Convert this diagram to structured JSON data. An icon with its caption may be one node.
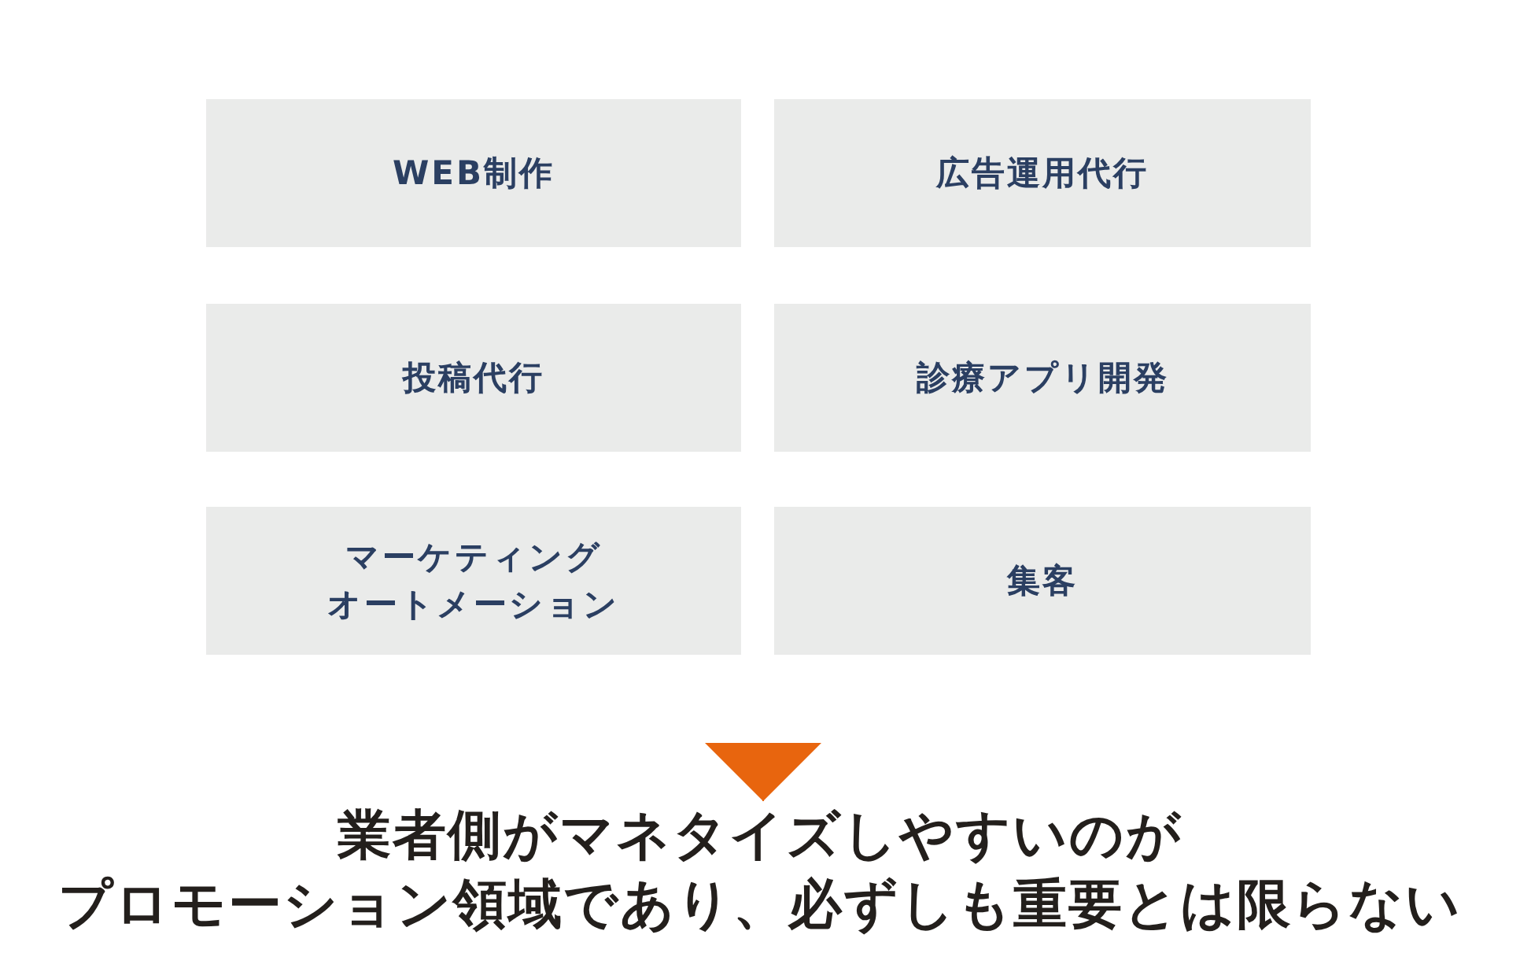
{
  "diagram": {
    "nodes": [
      {
        "text": [
          "WEB制作"
        ]
      },
      {
        "text": [
          "広告運用代行"
        ]
      },
      {
        "text": [
          "投稿代行"
        ]
      },
      {
        "text": [
          "診療アプリ開発"
        ]
      },
      {
        "text": [
          "マーケティングオートメーション"
        ]
      },
      {
        "text": [
          "集客"
        ]
      },
      {
        "text": [
          "業者側がマネタイズしやすいのがプロモーション領域であり、必ずしも重要とは限らない"
        ]
      }
    ],
    "edges": [
      {
        "from": null,
        "to": 6,
        "arrow": "to"
      }
    ]
  }
}
